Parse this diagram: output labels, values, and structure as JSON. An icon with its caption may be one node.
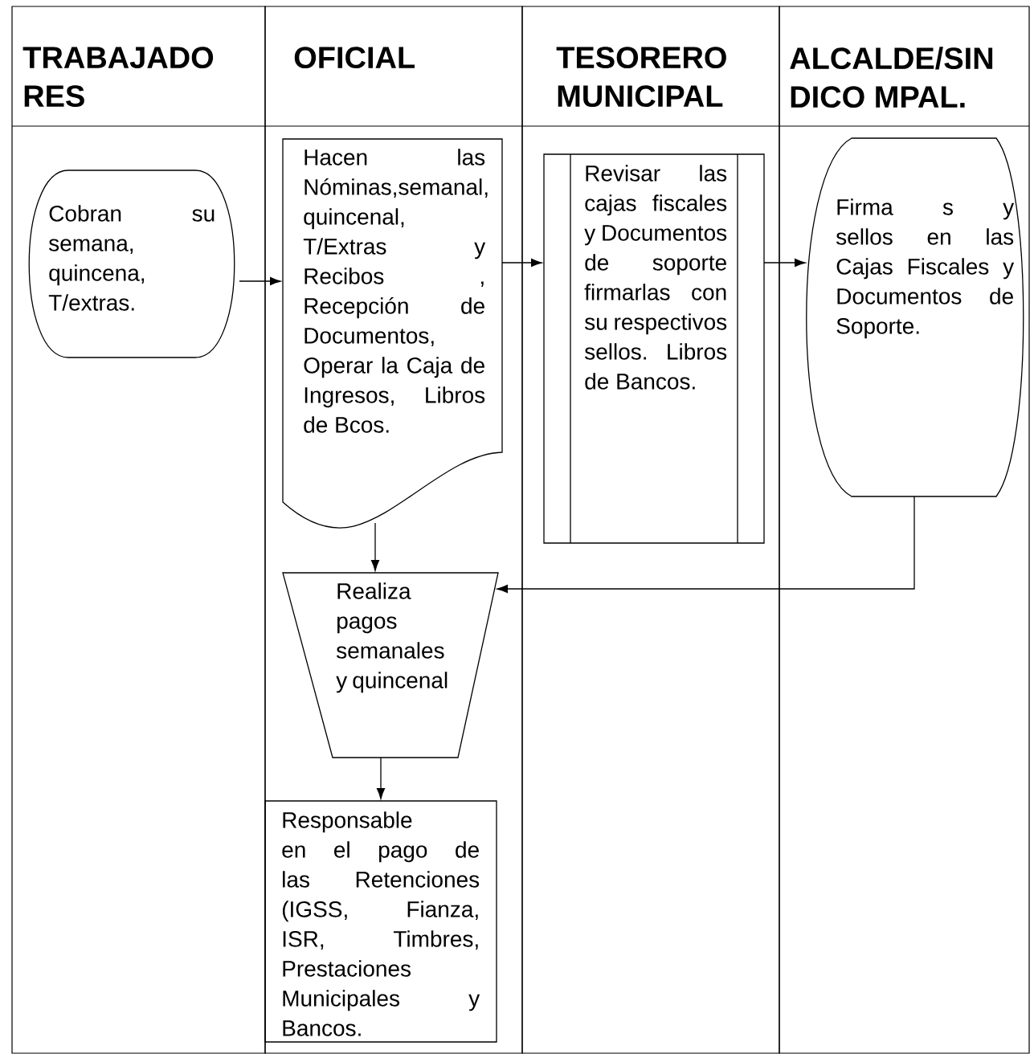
{
  "diagram": {
    "nodes": [
      {
        "text": [
          "TRABAJADO RES"
        ]
      },
      {
        "text": [
          "OFICIAL"
        ]
      },
      {
        "text": [
          "TESORERO MUNICIPAL"
        ]
      },
      {
        "text": [
          "ALCALDE/SIN DICO MPAL."
        ]
      },
      {
        "text": [
          "Cobran su semana, quincena, T/extras."
        ],
        "in": 0
      },
      {
        "text": [
          "Hacen las Nóminas,semanal, quincenal, T/Extras y Recibos , Recepción de Documentos, Operar la Caja de Ingresos, Libros de Bcos."
        ],
        "in": 1
      },
      {
        "text": [
          "Revisar las cajas fiscales y Documentos de soporte firmarlas con su respectivos sellos. Libros de Bancos."
        ],
        "in": 2
      },
      {
        "text": [
          "Firma s y sellos en las Cajas Fiscales y Documentos de Soporte."
        ],
        "in": 3
      },
      {
        "text": [
          "Realiza pagos semanales y quincenal"
        ],
        "in": 1
      },
      {
        "text": [
          "Responsable en el pago de las Retenciones (IGSS, Fianza, ISR, Timbres, Prestaciones Municipales y Bancos."
        ],
        "in": 1
      }
    ],
    "edges": [
      {
        "from": 4,
        "to": 5,
        "arrow": "to"
      },
      {
        "from": 5,
        "to": 6,
        "arrow": "to"
      },
      {
        "from": 6,
        "to": 7,
        "arrow": "to"
      },
      {
        "from": 5,
        "to": 8,
        "arrow": "to"
      },
      {
        "from": 7,
        "to": 8,
        "arrow": "to"
      },
      {
        "from": 8,
        "to": 9,
        "arrow": "to"
      }
    ]
  }
}
